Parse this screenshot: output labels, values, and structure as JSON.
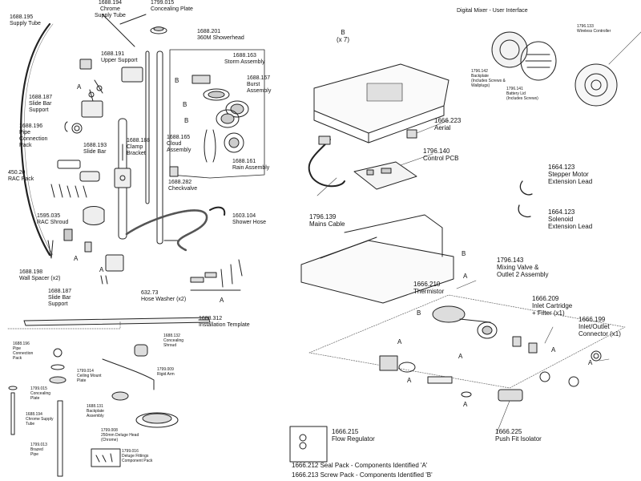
{
  "labels": {
    "l_1688_195": [
      "1688.195",
      "Supply Tube"
    ],
    "l_1688_194": [
      "1688.194",
      "Chrome",
      "Supply Tube"
    ],
    "l_1799_015": [
      "1799.015",
      "Concealing Plate"
    ],
    "l_1688_201": [
      "1688.201",
      "360M Showerhead"
    ],
    "l_1688_163": [
      "1688.163",
      "Storm Assembly"
    ],
    "l_1688_167": [
      "1688.167",
      "Burst",
      "Assembly"
    ],
    "l_1688_191": [
      "1688.191",
      "Upper Support"
    ],
    "l_1688_187a": [
      "1688.187",
      "Slide Bar",
      "Support"
    ],
    "l_1688_196": [
      "1688.196",
      "Pipe",
      "Connection",
      "Pack"
    ],
    "l_1688_193": [
      "1688.193",
      "Slide Bar"
    ],
    "l_1688_188": [
      "1688.188",
      "Clamp",
      "Bracket"
    ],
    "l_1688_165": [
      "1688.165",
      "Cloud",
      "Assembly"
    ],
    "l_1688_161": [
      "1688.161",
      "Rain Assembly"
    ],
    "l_1688_282": [
      "1688.282",
      "Checkvalve"
    ],
    "l_450_20": [
      "450.20",
      "RAC Pack"
    ],
    "l_1595_035": [
      "1595.035",
      "RAC Shroud"
    ],
    "l_1603_104": [
      "1603.104",
      "Shower Hose"
    ],
    "l_1688_198": [
      "1688.198",
      "Wall Spacer (x2)"
    ],
    "l_1688_187b": [
      "1688.187",
      "Slide Bar",
      "Support"
    ],
    "l_632_73": [
      "632.73",
      "Hose Washer (x2)"
    ],
    "l_1688_312": [
      "1688.312",
      "Installation Template"
    ],
    "l_b7": [
      "B",
      "(x 7)"
    ],
    "l_dmui": [
      "Digital Mixer - User Interface"
    ],
    "l_1796_133": [
      "1796.133",
      "Wireless Controller"
    ],
    "l_1796_142": [
      "1796.142",
      "Backplate",
      "(Includes Screws &",
      "Wallplugs)"
    ],
    "l_1796_141": [
      "1796.141",
      "Battery Lid",
      "(Includes Screws)"
    ],
    "l_1666_223": [
      "1666.223",
      "Aerial"
    ],
    "l_1796_140": [
      "1796.140",
      "Control PCB"
    ],
    "l_1664_123a": [
      "1664.123",
      "Stepper Motor",
      "Extension Lead"
    ],
    "l_1664_123b": [
      "1664.123",
      "Solenoid",
      "Extension Lead"
    ],
    "l_1796_139": [
      "1796.139",
      "Mains Cable"
    ],
    "l_1796_143": [
      "1796.143",
      "Mixing Valve &",
      "Outlet 2 Assembly"
    ],
    "l_1666_210": [
      "1666.210",
      "Thermistor"
    ],
    "l_1666_209": [
      "1666.209",
      "Inlet Cartridge",
      "+ Filter (x1)"
    ],
    "l_1666_199": [
      "1666.199",
      "Inlet/Outlet",
      "Connector (x1)"
    ],
    "l_1666_225": [
      "1666.225",
      "Push Fit Isolator"
    ],
    "l_1666_215": [
      "1666.215",
      "Flow Regulator"
    ],
    "l_b_1688_196": [
      "1688.196",
      "Pipe",
      "Connection",
      "Pack"
    ],
    "l_b_1688_132": [
      "1688.132",
      "Concealing",
      "Shroud"
    ],
    "l_b_1799_014": [
      "1799.014",
      "Ceiling Mount",
      "Plate"
    ],
    "l_b_1799_009": [
      "1799.009",
      "Rigid Arm"
    ],
    "l_b_1799_015": [
      "1799.015",
      "Concealing",
      "Plate"
    ],
    "l_b_1688_131": [
      "1688.131",
      "Backplate",
      "Assembly"
    ],
    "l_b_1688_194": [
      "1688.194",
      "Chrome Supply",
      "Tube"
    ],
    "l_b_1799_008": [
      "1799.008",
      "250mm Deluge Head",
      "(Chrome)"
    ],
    "l_b_1799_013": [
      "1799.013",
      "Brazed",
      "Pipe"
    ],
    "l_b_1799_016": [
      "1799.016",
      "Deluge Fittings",
      "Component Pack"
    ]
  },
  "letters": [
    "A",
    "B"
  ],
  "notes": {
    "seal_pack": "1666.212 Seal Pack -  Components Identified 'A'",
    "screw_pack": "1666.213 Screw Pack - Components Identified 'B'"
  }
}
